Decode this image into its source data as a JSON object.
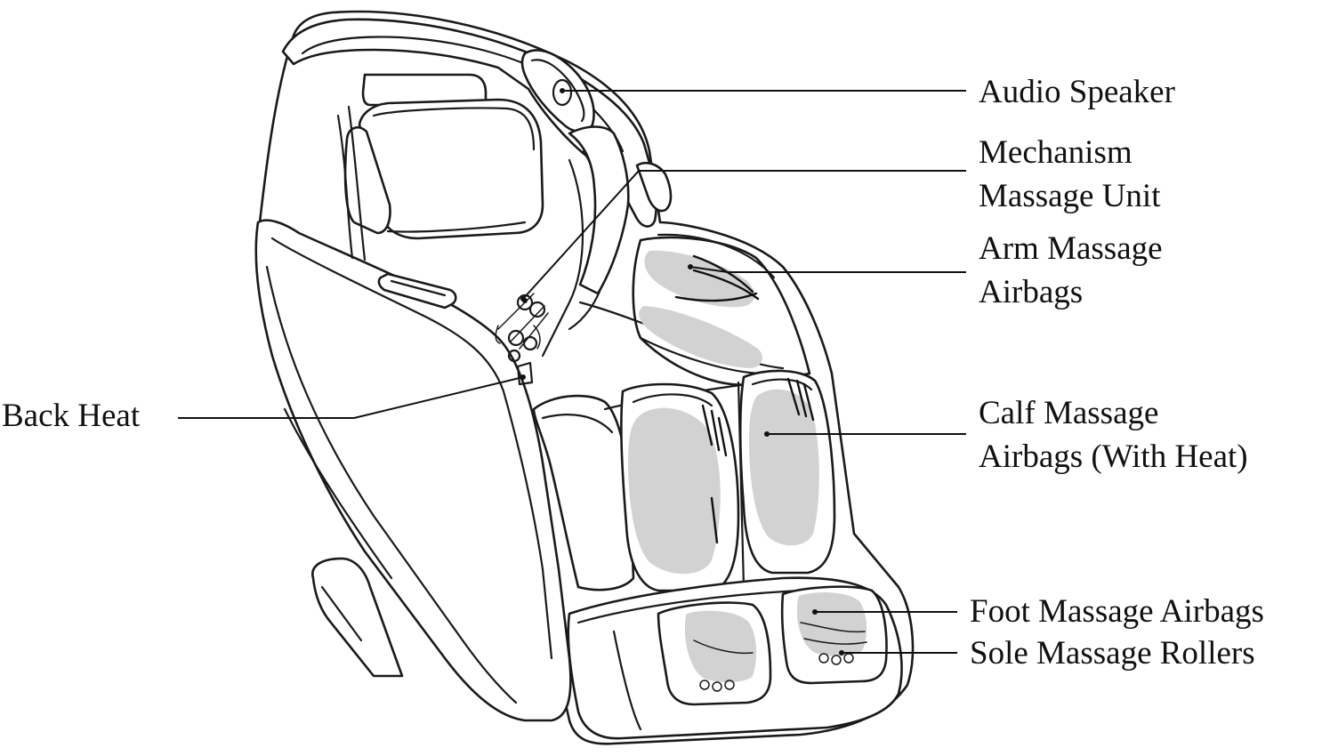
{
  "labels": {
    "audio_speaker": [
      "Audio Speaker"
    ],
    "mechanism": [
      "Mechanism",
      "Massage Unit"
    ],
    "arm_airbags": [
      "Arm Massage",
      "Airbags"
    ],
    "back_heat": [
      "Back Heat"
    ],
    "calf_airbags": [
      "Calf Massage",
      "Airbags (With Heat)"
    ],
    "foot_airbags": [
      "Foot Massage Airbags"
    ],
    "sole_rollers": [
      "Sole Massage Rollers"
    ]
  },
  "colors": {
    "line": "#1a1a1a",
    "airbag_fill": "#d2d2d2",
    "background": "#ffffff"
  }
}
